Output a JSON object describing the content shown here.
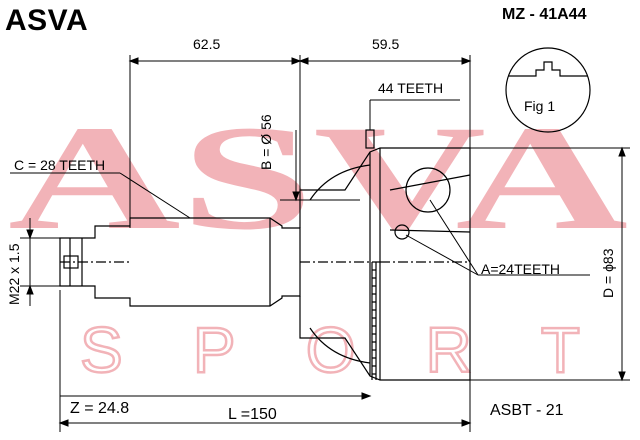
{
  "header": {
    "brand": "ASVA",
    "part_number": "MZ - 41A44"
  },
  "watermark": {
    "logo_text": "ASVA",
    "sub_text": "SPORT",
    "color": "#f2b3b8"
  },
  "dimensions": {
    "length_left": "62.5",
    "length_right": "59.5",
    "outer_teeth": "44 TEETH",
    "bearing_diameter": "B = Ø 56",
    "shaft_teeth": "C = 28 TEETH",
    "thread": "M22 x 1.5",
    "inner_teeth": "A=24TEETH",
    "outer_diameter": "D = ϕ83",
    "z_value": "Z = 24.8",
    "total_length": "L =150"
  },
  "detail": {
    "label": "Fig 1"
  },
  "footer": {
    "abs_ring": "ASBT - 21"
  }
}
